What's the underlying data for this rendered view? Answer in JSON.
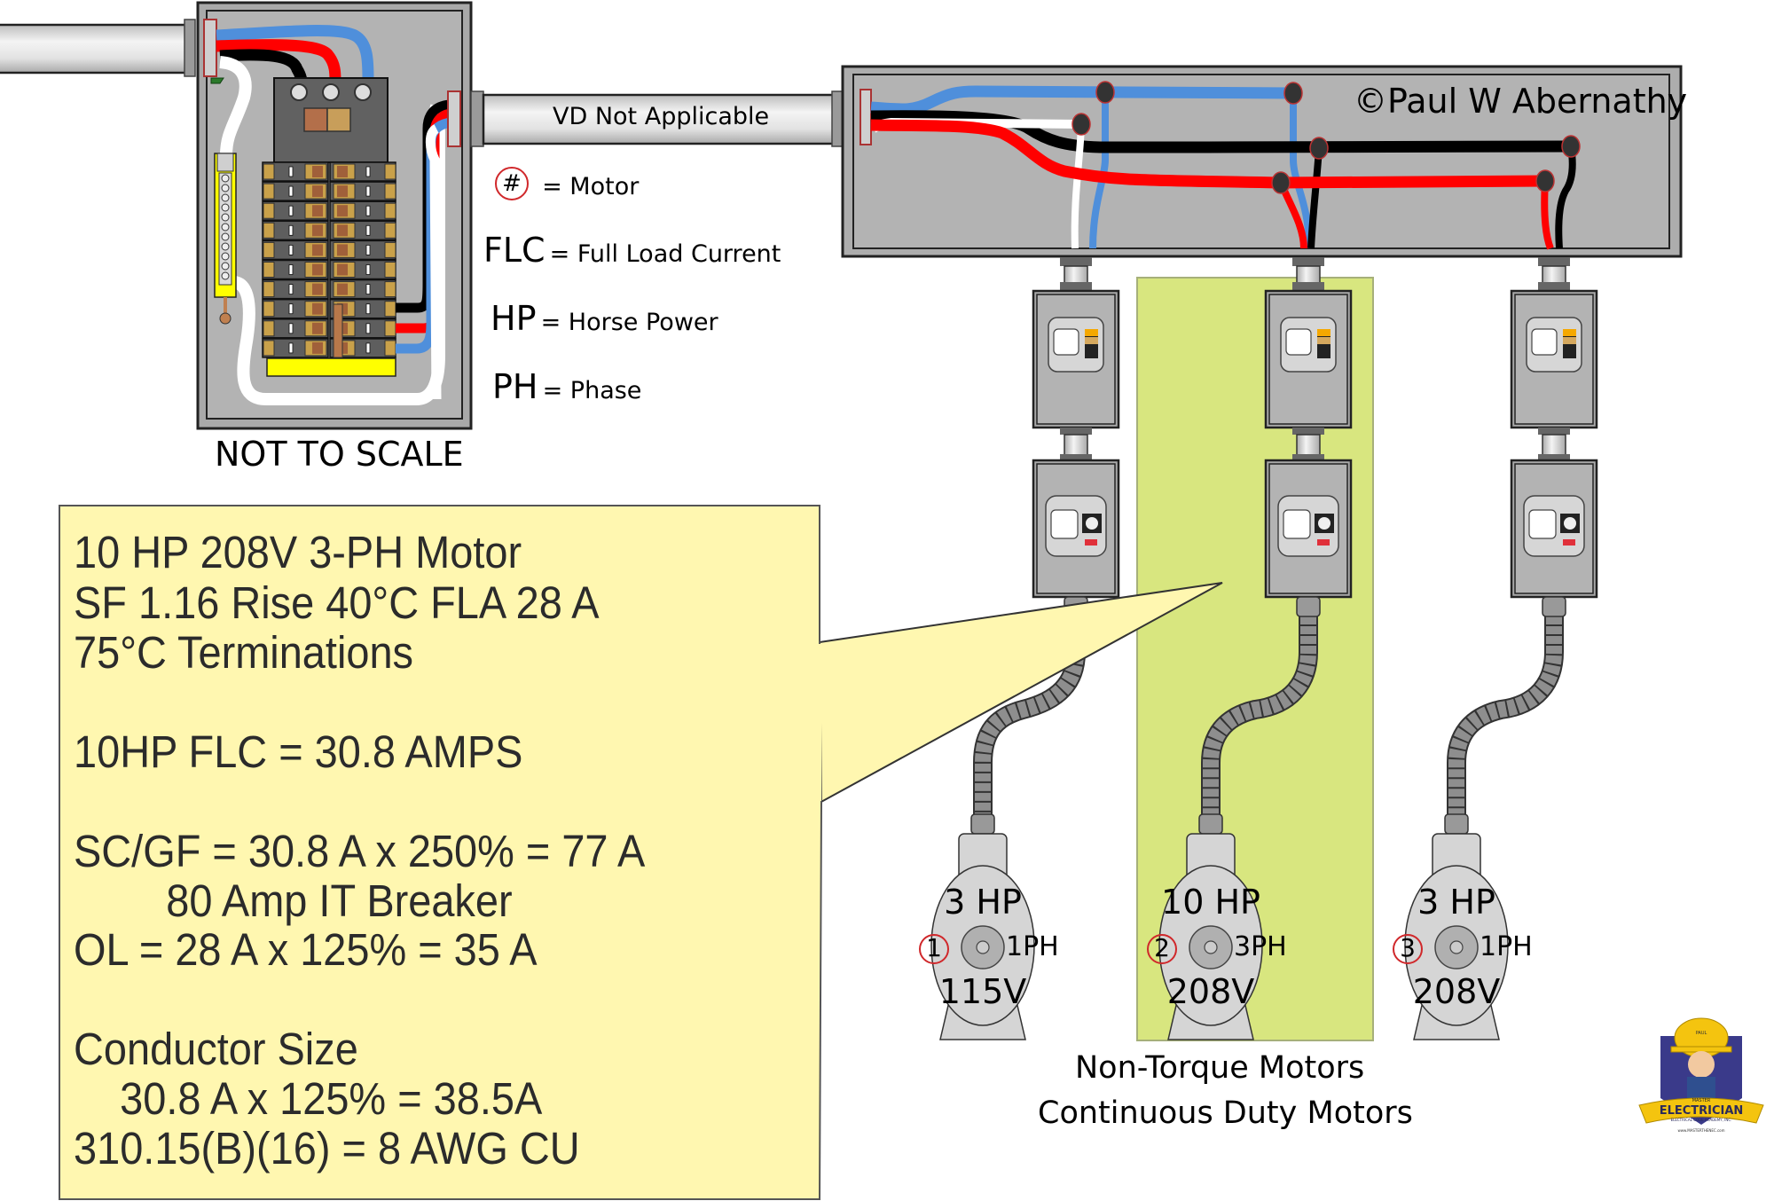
{
  "diagram": {
    "title_note": "NOT TO SCALE",
    "copyright": "©Paul W Abernathy",
    "feeder_conduit_label": "VD Not Applicable",
    "colors": {
      "wire_black": "#000000",
      "wire_red": "#ff0000",
      "wire_blue": "#4f8fdb",
      "wire_white": "#ffffff",
      "enclosure_gray": "#b3b3b3",
      "highlight_green": "#d8e67f",
      "callout_yellow": "#fff7b0",
      "motor_number_ring": "#d0282b"
    }
  },
  "legend": [
    {
      "symbol": "#",
      "symbol_style": "circled",
      "text": "= Motor"
    },
    {
      "symbol": "FLC",
      "text": "= Full Load Current"
    },
    {
      "symbol": "HP",
      "text": "= Horse Power"
    },
    {
      "symbol": "PH",
      "text": "= Phase"
    }
  ],
  "motors": [
    {
      "number": "1",
      "hp": "3 HP",
      "phase": "1PH",
      "voltage": "115V",
      "highlighted": false
    },
    {
      "number": "2",
      "hp": "10 HP",
      "phase": "3PH",
      "voltage": "208V",
      "highlighted": true
    },
    {
      "number": "3",
      "hp": "3 HP",
      "phase": "1PH",
      "voltage": "208V",
      "highlighted": false
    }
  ],
  "motor_group_caption": {
    "line1": "Non-Torque Motors",
    "line2": "Continuous Duty Motors"
  },
  "calculation_callout": {
    "lines": [
      "10 HP 208V 3-PH Motor",
      "SF 1.16 Rise 40°C FLA 28 A",
      "75°C Terminations",
      "",
      "10HP FLC = 30.8 AMPS",
      "",
      "SC/GF = 30.8 A x 250% = 77 A",
      "        80 Amp IT Breaker",
      "OL = 28 A x 125% = 35 A",
      "",
      "Conductor Size",
      "    30.8 A x 125% = 38.5A",
      "310.15(B)(16) = 8 AWG CU"
    ]
  },
  "logo": {
    "badge_top": "MASTER",
    "badge_main": "ELECTRICIAN",
    "badge_sub": "ELECTRICAL CODE ACADEMY, INC.",
    "hat_text": "PAUL",
    "url": "www.MASTERTHENEC.com"
  }
}
